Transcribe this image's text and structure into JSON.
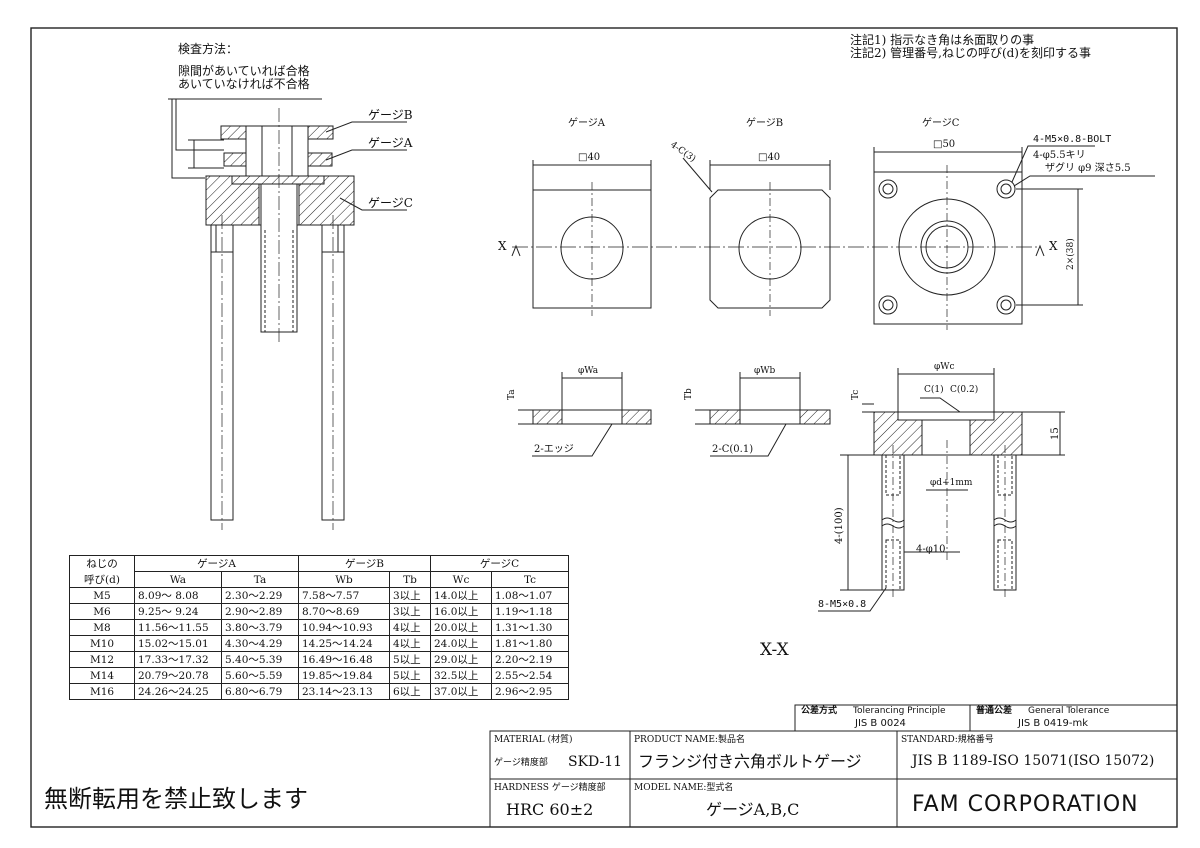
{
  "notes": {
    "note1": "注記1) 指示なき角は糸面取りの事",
    "note2": "注記2) 管理番号,ねじの呼び(d)を刻印する事"
  },
  "inspection": {
    "title": "検査方法：",
    "line1": "隙間があいていれば合格",
    "line2": "あいていなければ不合格"
  },
  "assembly_labels": {
    "gauge_b": "ゲージB",
    "gauge_a": "ゲージA",
    "gauge_c": "ゲージC"
  },
  "top_views": {
    "gauge_a": {
      "title": "ゲージA",
      "size": "□40"
    },
    "gauge_b": {
      "title": "ゲージB",
      "size": "□40",
      "chamfer": "4-C(3)"
    },
    "gauge_c": {
      "title": "ゲージC",
      "size": "□50",
      "note1": "4-M5×0.8-BOLT",
      "note2": "4-φ5.5キリ",
      "note3": "ザグリ φ9 深さ5.5",
      "pitch": "2×(38)"
    },
    "section_mark_left": "X",
    "section_mark_right": "X"
  },
  "section_views": {
    "gauge_a": {
      "dia": "φWa",
      "thick": "Ta",
      "edge": "2-エッジ"
    },
    "gauge_b": {
      "dia": "φWb",
      "thick": "Tb",
      "chamfer": "2-C(0.1)"
    },
    "gauge_c": {
      "dia": "φWc",
      "thick": "Tc",
      "c1": "C(1)",
      "c2": "C(0.2)",
      "height": "15",
      "hole": "φd+1mm",
      "pins": "4-(100)",
      "pin_dia": "4-φ10",
      "thread": "8-M5×0.8"
    },
    "section_title": "X-X"
  },
  "spec_table": {
    "h_name1": "ねじの",
    "h_name2": "呼び(d)",
    "h_gauge_a": "ゲージA",
    "h_gauge_b": "ゲージB",
    "h_gauge_c": "ゲージC",
    "cols": [
      "Wa",
      "Ta",
      "Wb",
      "Tb",
      "Wc",
      "Tc"
    ],
    "rows": [
      [
        "M5",
        "8.09～ 8.08",
        "2.30～2.29",
        "7.58～7.57",
        "3以上",
        "14.0以上",
        "1.08～1.07"
      ],
      [
        "M6",
        "9.25～ 9.24",
        "2.90～2.89",
        "8.70～8.69",
        "3以上",
        "16.0以上",
        "1.19～1.18"
      ],
      [
        "M8",
        "11.56～11.55",
        "3.80～3.79",
        "10.94～10.93",
        "4以上",
        "20.0以上",
        "1.31～1.30"
      ],
      [
        "M10",
        "15.02～15.01",
        "4.30～4.29",
        "14.25～14.24",
        "4以上",
        "24.0以上",
        "1.81～1.80"
      ],
      [
        "M12",
        "17.33～17.32",
        "5.40～5.39",
        "16.49～16.48",
        "5以上",
        "29.0以上",
        "2.20～2.19"
      ],
      [
        "M14",
        "20.79～20.78",
        "5.60～5.59",
        "19.85～19.84",
        "5以上",
        "32.5以上",
        "2.55～2.54"
      ],
      [
        "M16",
        "24.26～24.25",
        "6.80～6.79",
        "23.14～23.13",
        "6以上",
        "37.0以上",
        "2.96～2.95"
      ]
    ]
  },
  "title_block": {
    "tol_label": "公差方式",
    "tol_en": "Tolerancing Principle",
    "tol_value": "JIS B 0024",
    "gen_label": "普通公差",
    "gen_en": "General Tolerance",
    "gen_value": "JIS B 0419-mk",
    "material_label": "MATERIAL (材質)",
    "precision_label": "ゲージ精度部",
    "material_value": "SKD-11",
    "product_label": "PRODUCT NAME:製品名",
    "product_value": "フランジ付き六角ボルトゲージ",
    "standard_label": "STANDARD:規格番号",
    "standard_value": "JIS B 1189-ISO 15071(ISO 15072)",
    "hardness_label": "HARDNESS ゲージ精度部",
    "hardness_value": "HRC 60±2",
    "model_label": "MODEL NAME:型式名",
    "model_value": "ゲージA,B,C",
    "company": "FAM CORPORATION"
  },
  "copyright": "無断転用を禁止致します"
}
